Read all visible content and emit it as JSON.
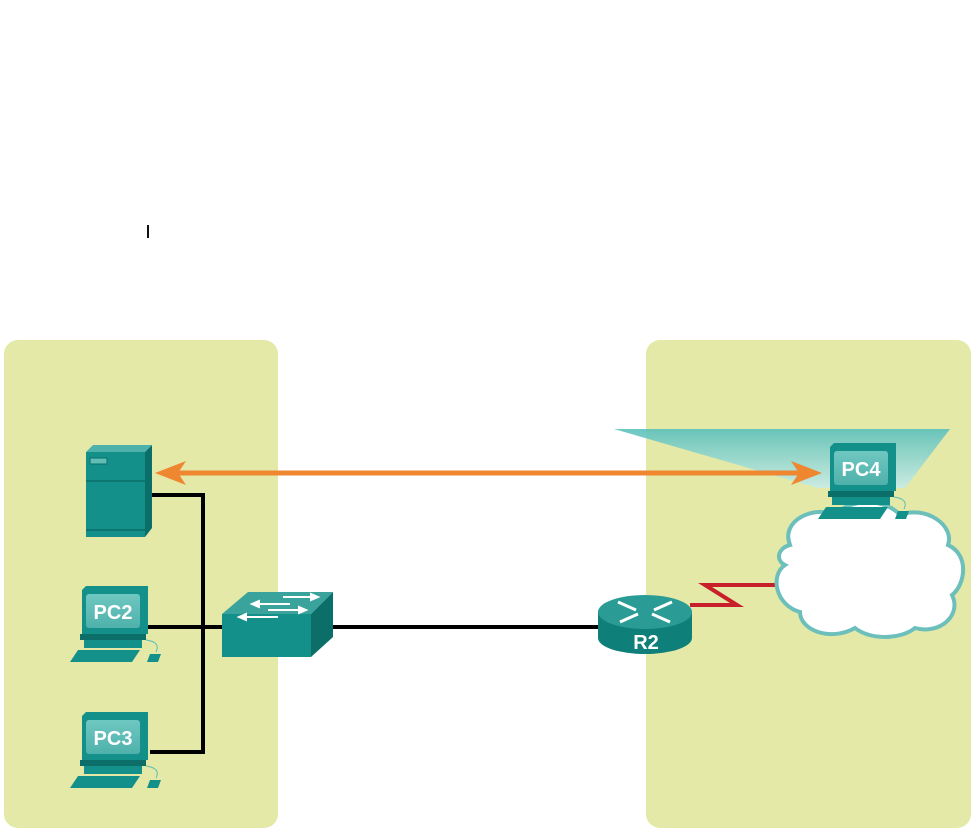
{
  "diagram": {
    "type": "network-topology",
    "zones": [
      {
        "id": "left-lan",
        "color": "#e4e9a7"
      },
      {
        "id": "right-remote",
        "color": "#e4e9a7"
      }
    ],
    "devices": {
      "server": {
        "label": ""
      },
      "pc2": {
        "label": "PC2"
      },
      "pc3": {
        "label": "PC3"
      },
      "switch": {
        "label": ""
      },
      "router": {
        "label": "R2"
      },
      "pc4": {
        "label": "PC4"
      },
      "cloud": {
        "label": ""
      }
    },
    "links": [
      {
        "from": "server",
        "to": "switch",
        "type": "ethernet"
      },
      {
        "from": "pc2",
        "to": "switch",
        "type": "ethernet"
      },
      {
        "from": "pc3",
        "to": "switch",
        "type": "ethernet"
      },
      {
        "from": "switch",
        "to": "router",
        "type": "ethernet"
      },
      {
        "from": "router",
        "to": "cloud",
        "type": "serial"
      },
      {
        "from": "server",
        "to": "pc4",
        "type": "traffic-flow",
        "direction": "bidirectional"
      }
    ],
    "colors": {
      "device": "#14908a",
      "device_dark": "#0b6e69",
      "device_light": "#5fbdb6",
      "traffic_arrow": "#ef8630",
      "serial_link": "#c8202b",
      "ethernet_link": "#000000",
      "cloud_outline": "#6cbfbb",
      "highlight_beam": "#5cc0bb"
    }
  }
}
